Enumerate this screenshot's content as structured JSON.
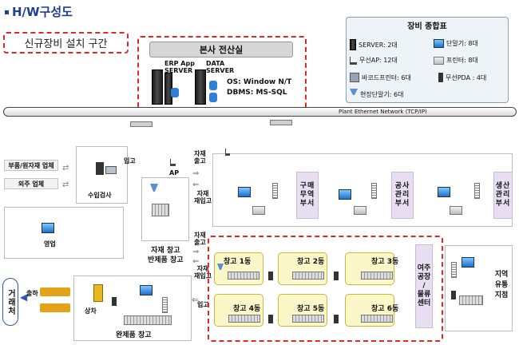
{
  "title": "H/W구성도",
  "legend_new": "신규장비 설치 구간",
  "hq": {
    "title": "본사  전산실",
    "erp_server": "ERP App\nSERVER",
    "data_server": "DATA\nSERVER",
    "os": "OS: Window N/T",
    "dbms": "DBMS: MS-SQL"
  },
  "equipment": {
    "title": "장비 종합표",
    "items": [
      {
        "icon": "server-icon",
        "label": "SERVER: 2대"
      },
      {
        "icon": "terminal-icon",
        "label": "단말기: 8대"
      },
      {
        "icon": "wireless-ap-icon",
        "label": "무선AP: 12대"
      },
      {
        "icon": "printer-icon",
        "label": "프린터: 8대"
      },
      {
        "icon": "barcode-printer-icon",
        "label": "바코드프린터:  6대"
      },
      {
        "icon": "pda-icon",
        "label": "무선PDA : 4대"
      },
      {
        "icon": "field-terminal-icon",
        "label": "현장단말기: 6대"
      }
    ]
  },
  "network": "Plant Ethernet Network (TCP/IP)",
  "left": {
    "supplier": "부품/원자재 업체",
    "outsource": "외주 업체",
    "inspection": "수입검사",
    "sales": "영업",
    "inbound": "입고",
    "ap": "AP",
    "material_wh": "자재 창고\n반제품 창고",
    "customer": "거래처",
    "ship": "출하",
    "loading": "상차",
    "finished_wh": "완제품 창고"
  },
  "flows": {
    "out1": "자재\n출고",
    "return1": "자재\n재입고",
    "out2": "자재\n출고",
    "return2": "자재\n재입고",
    "inbound2": "입고"
  },
  "departments": [
    "구매\n무역\n부서",
    "공사\n관리\n부서",
    "생산\n관리\n부서"
  ],
  "warehouses": [
    "창고 1동",
    "창고 2동",
    "창고 3동",
    "창고 4동",
    "창고 5동",
    "창고 6동"
  ],
  "logistics_center": "여주\n공장\n/\n물류\n센터",
  "regional_branch": "지역\n유통\n지점",
  "colors": {
    "dashed_red": "#e32626",
    "title_blue": "#1f3f8f",
    "dept_purple": "#e8e0f2",
    "warehouse_yellow": "#fbf7c9"
  }
}
